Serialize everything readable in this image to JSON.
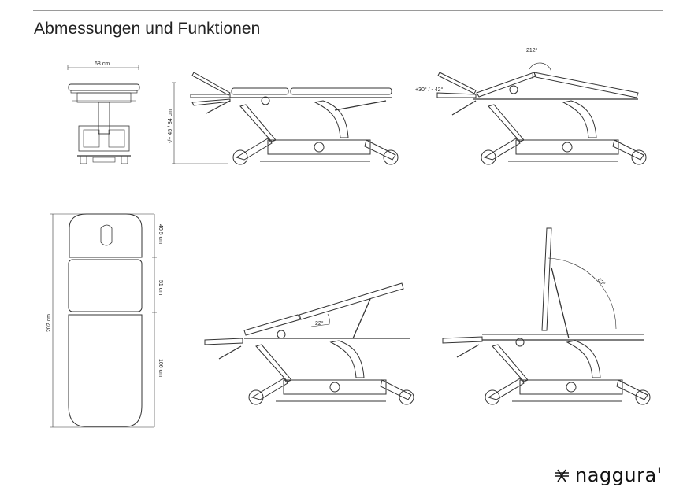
{
  "page": {
    "title": "Abmessungen und Funktionen"
  },
  "dimensions": {
    "width": "68 cm",
    "height_range": "-/+ 45 / 84 cm",
    "backrest_angle": "212°",
    "headrest_angle": "+30° / - 42°",
    "total_length": "202 cm",
    "head_section": "40.5 cm",
    "middle_section": "51 cm",
    "leg_section": "106 cm",
    "incline_angle": "22°",
    "sitting_angle": "63°"
  },
  "brand": {
    "logo_text": "naggura'",
    "logo_icon": "naggura-mark-icon"
  }
}
